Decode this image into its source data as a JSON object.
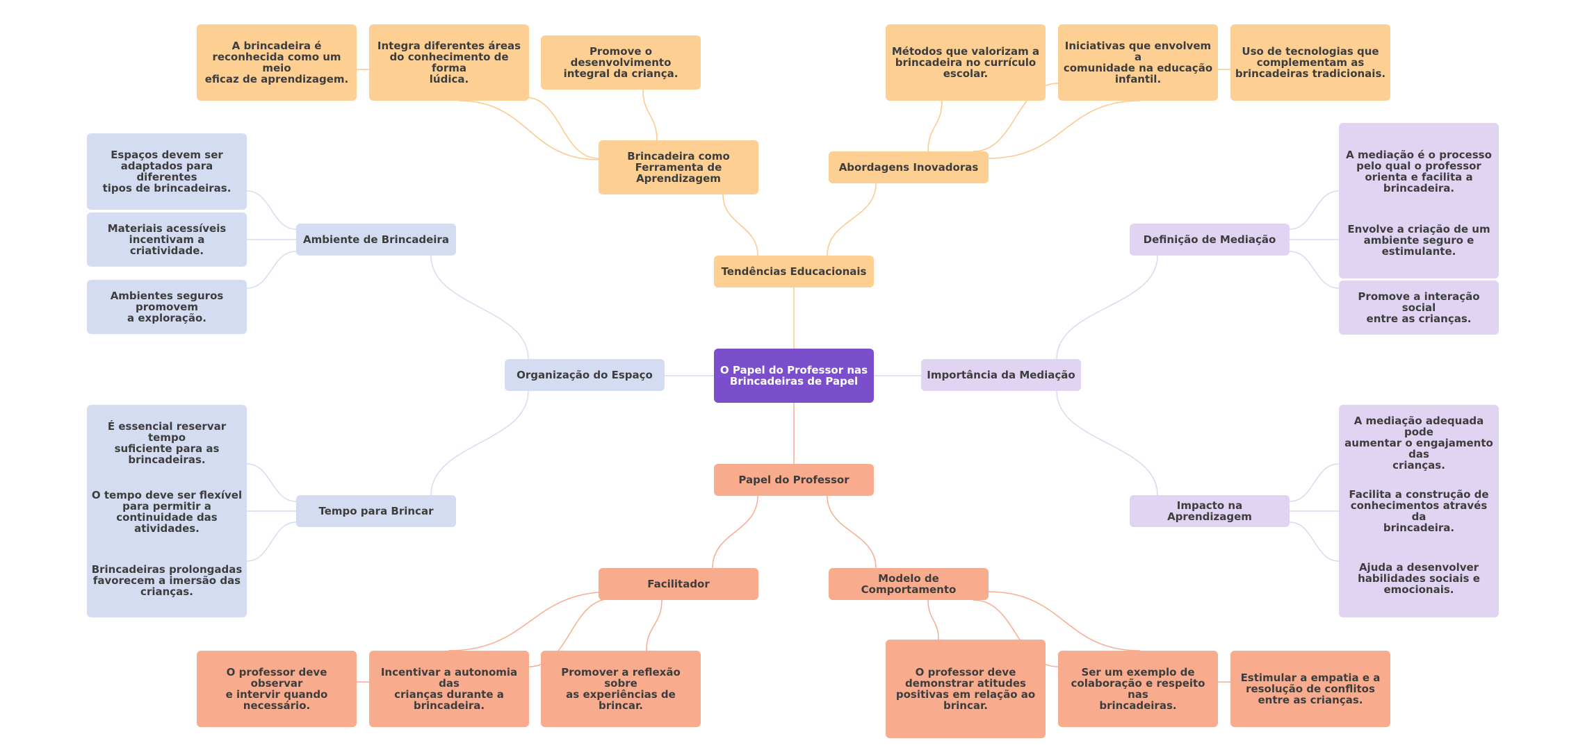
{
  "colors": {
    "root": "#7b4fcc",
    "tendencias": "#fdcf92",
    "papel": "#f9ab8e",
    "espaco": "#d4dcf1",
    "mediacao": "#e0d4f2"
  },
  "root": {
    "label": "O Papel do Professor nas\nBrincadeiras de Papel"
  },
  "tendencias": {
    "label": "Tendências Educacionais",
    "brincadeira_ferramenta": {
      "label": "Brincadeira como\nFerramenta de Aprendizagem",
      "leaves": [
        "A brincadeira é\nreconhecida como um meio\neficaz de aprendizagem.",
        "Integra diferentes áreas\ndo conhecimento de forma\nlúdica.",
        "Promove o desenvolvimento\nintegral da criança."
      ]
    },
    "abordagens": {
      "label": "Abordagens Inovadoras",
      "leaves": [
        "Métodos que valorizam a\nbrincadeira no currículo\nescolar.",
        "Iniciativas que envolvem a\ncomunidade na educação\ninfantil.",
        "Uso de tecnologias que\ncomplementam as\nbrincadeiras tradicionais."
      ]
    }
  },
  "papel": {
    "label": "Papel do Professor",
    "facilitador": {
      "label": "Facilitador",
      "leaves": [
        "O professor deve observar\ne intervir quando\nnecessário.",
        "Incentivar a autonomia das\ncrianças durante a\nbrincadeira.",
        "Promover a reflexão sobre\nas experiências de\nbrincar."
      ]
    },
    "modelo": {
      "label": "Modelo de Comportamento",
      "leaves": [
        "O professor deve\ndemonstrar atitudes\npositivas em relação ao\nbrincar.",
        "Ser um exemplo de\ncolaboração e respeito nas\nbrincadeiras.",
        "Estimular a empatia e a\nresolução de conflitos\nentre as crianças."
      ]
    }
  },
  "espaco": {
    "label": "Organização do Espaço",
    "ambiente": {
      "label": "Ambiente de Brincadeira",
      "leaves": [
        "Espaços devem ser\nadaptados para diferentes\ntipos de brincadeiras.",
        "Materiais acessíveis\nincentivam a criatividade.",
        "Ambientes seguros promovem\na exploração."
      ]
    },
    "tempo": {
      "label": "Tempo para Brincar",
      "leaves": [
        "É essencial reservar tempo\nsuficiente para as\nbrincadeiras.",
        "O tempo deve ser flexível\npara permitir a\ncontinuidade das\natividades.",
        "Brincadeiras prolongadas\nfavorecem a imersão das\ncrianças."
      ]
    }
  },
  "mediacao": {
    "label": "Importância da Mediação",
    "definicao": {
      "label": "Definição de Mediação",
      "leaves": [
        "A mediação é o processo\npelo qual o professor\norienta e facilita a\nbrincadeira.",
        "Envolve a criação de um\nambiente seguro e\nestimulante.",
        "Promove a interação social\nentre as crianças."
      ]
    },
    "impacto": {
      "label": "Impacto na Aprendizagem",
      "leaves": [
        "A mediação adequada pode\naumentar o engajamento das\ncrianças.",
        "Facilita a construção de\nconhecimentos através da\nbrincadeira.",
        "Ajuda a desenvolver\nhabilidades sociais e\nemocionais."
      ]
    }
  }
}
